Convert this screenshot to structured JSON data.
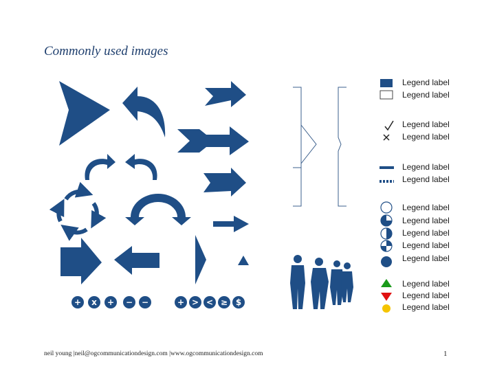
{
  "title": "Commonly used images",
  "colors": {
    "primary": "#1f4e86",
    "legend_green": "#1a9a1a",
    "legend_red": "#e01010",
    "legend_yellow": "#f5c400"
  },
  "icons": [
    "chevron-large-icon",
    "curved-arrow-up-left-icon",
    "arrow-right-icon",
    "split-arrow-right-icon",
    "curved-arrow-right-icon",
    "curved-arrow-left-icon",
    "notched-arrow-right-icon",
    "circular-arrows-icon",
    "semicircle-arrow-icon",
    "thin-arrow-right-icon",
    "block-arrow-right-icon",
    "block-arrow-left-icon",
    "triangle-right-icon",
    "small-triangle-icon",
    "people-silhouettes-icon",
    "bracket-left-icon",
    "bracket-right-icon"
  ],
  "button_glyphs_left": [
    "+",
    "x",
    "+",
    "−",
    "−"
  ],
  "button_glyphs_right": [
    "+",
    ">",
    "<",
    "≥",
    "$"
  ],
  "legend": {
    "labels": [
      "Legend label",
      "Legend label",
      "Legend label",
      "Legend label",
      "Legend label",
      "Legend label",
      "Legend label",
      "Legend label",
      "Legend label",
      "Legend label",
      "Legend label",
      "Legend label",
      "Legend label",
      "Legend label"
    ],
    "symbols": [
      "filled-box",
      "outline-box",
      "check-mark",
      "x-mark",
      "solid-line",
      "dashed-line",
      "empty-circle",
      "quarter-circle",
      "half-circle",
      "three-quarter-circle",
      "full-circle",
      "green-triangle-up",
      "red-triangle-down",
      "yellow-dot"
    ]
  },
  "footer": "neil young |neil@ogcommunicationdesign.com |www.ogcommunicationdesign.com",
  "page_number": "1"
}
